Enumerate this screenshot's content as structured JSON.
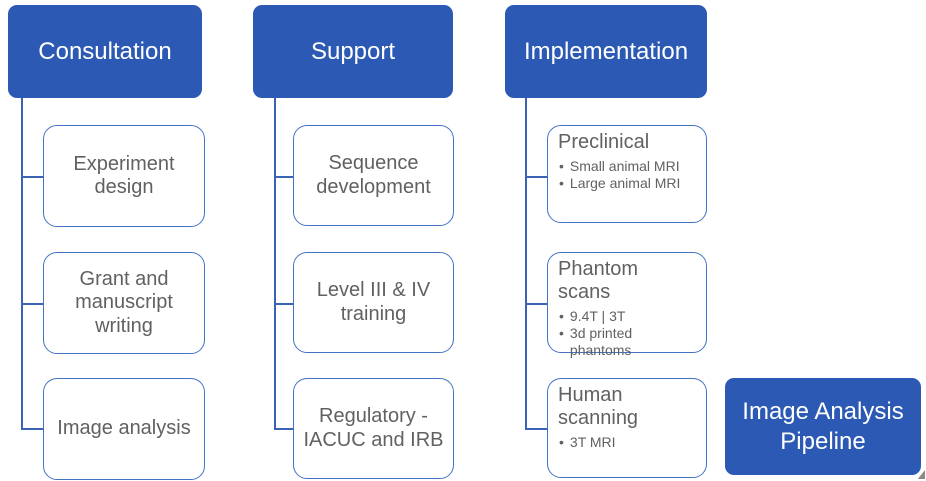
{
  "colors": {
    "header_blue": "#2c59b3",
    "node_border": "#4472c4",
    "node_text": "#616161",
    "connector": "#3a63b5",
    "header_text": "#ffffff",
    "background": "#ffffff"
  },
  "columns": [
    {
      "header": "Consultation",
      "children": [
        {
          "label": "Experiment design"
        },
        {
          "label": "Grant and manuscript writing"
        },
        {
          "label": "Image analysis"
        }
      ]
    },
    {
      "header": "Support",
      "children": [
        {
          "label": "Sequence development"
        },
        {
          "label": "Level III & IV training"
        },
        {
          "label": "Regulatory - IACUC and IRB"
        }
      ]
    },
    {
      "header": "Implementation",
      "children": [
        {
          "title": "Preclinical",
          "bullets": [
            "Small animal MRI",
            "Large animal MRI"
          ]
        },
        {
          "title": "Phantom scans",
          "bullets": [
            "9.4T | 3T",
            "3d printed phantoms"
          ]
        },
        {
          "title": "Human scanning",
          "bullets": [
            "3T MRI"
          ]
        }
      ]
    }
  ],
  "pipeline": {
    "label": "Image Analysis Pipeline"
  }
}
